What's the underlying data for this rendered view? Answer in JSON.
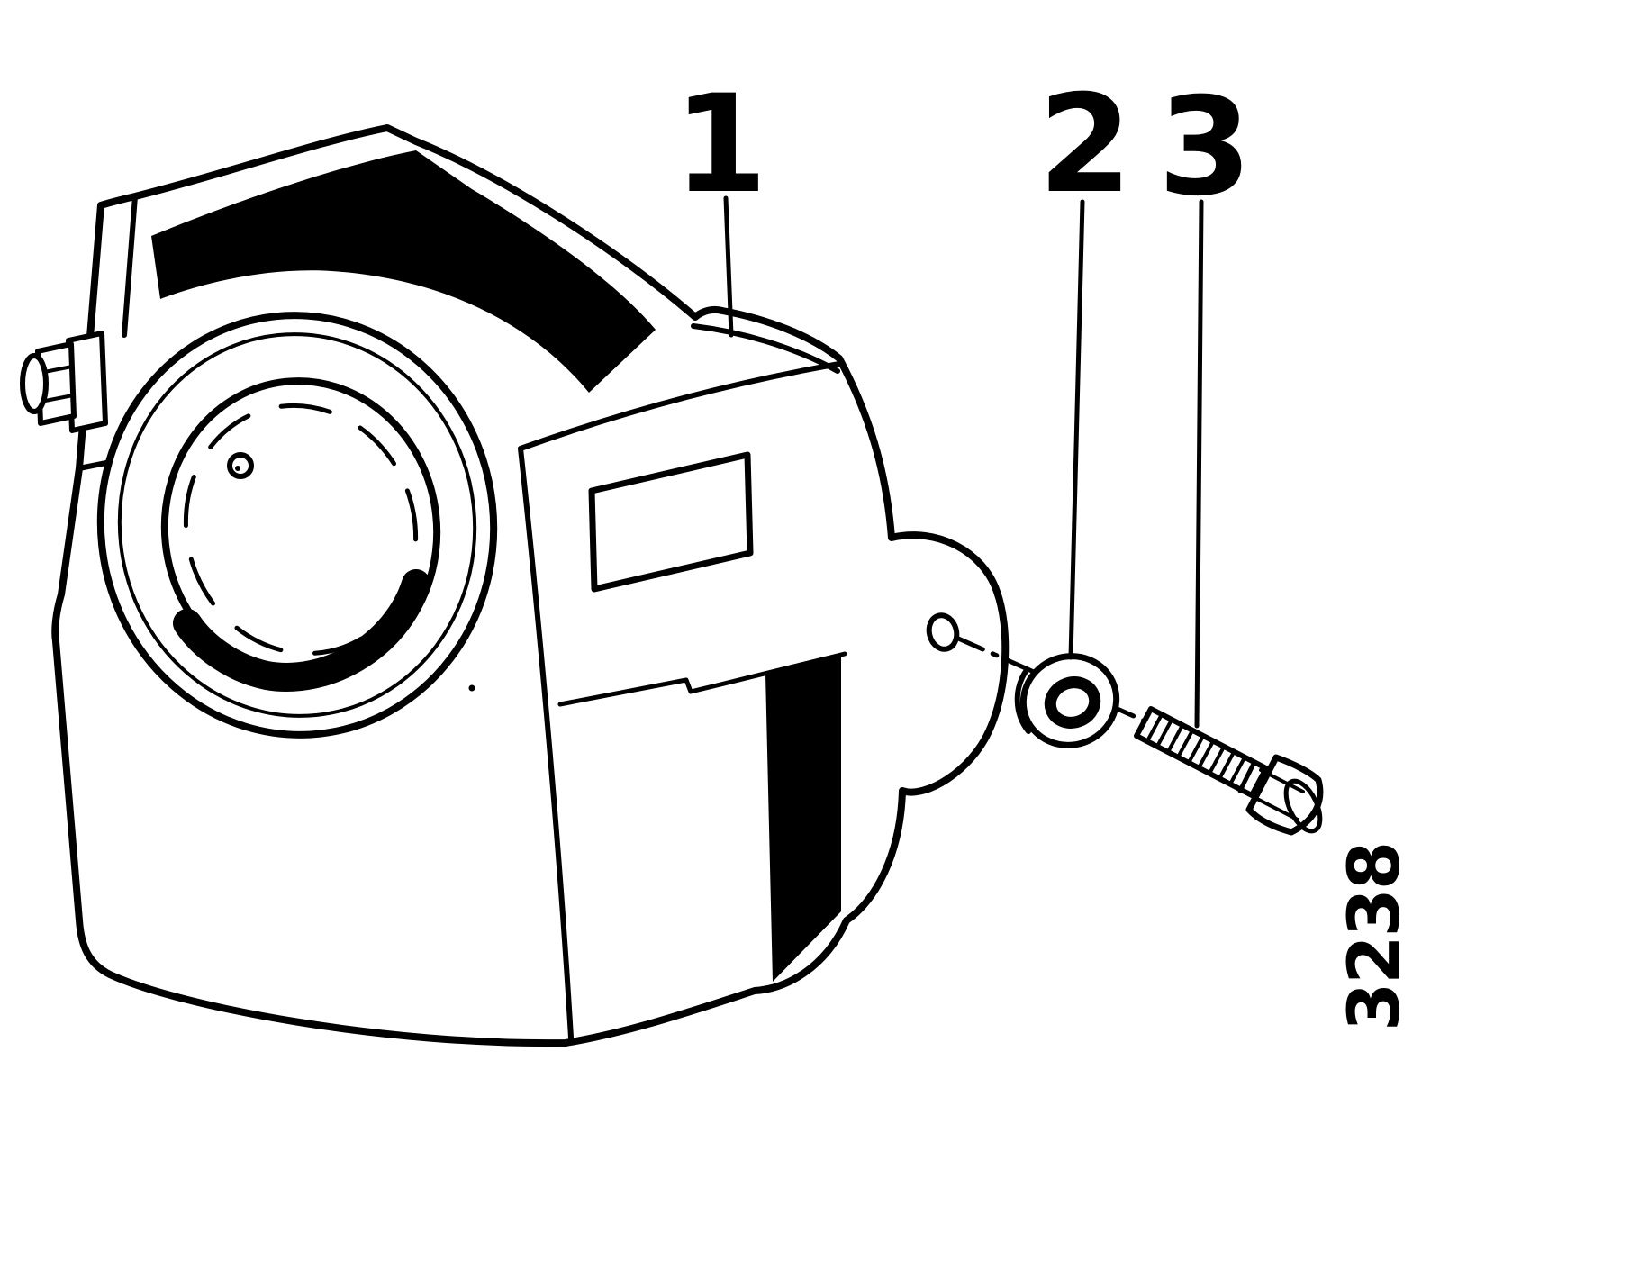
{
  "figure": {
    "number": "3238",
    "background_color": "#ffffff",
    "line_color": "#000000"
  },
  "callouts": [
    {
      "label": "1",
      "part": "housing-cover"
    },
    {
      "label": "2",
      "part": "washer"
    },
    {
      "label": "3",
      "part": "hex-screw"
    }
  ]
}
